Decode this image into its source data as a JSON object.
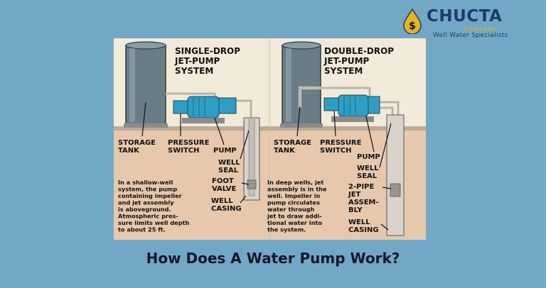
{
  "brand": {
    "name": "CHUCTA",
    "sub": "COMPANY",
    "tagline": "Well Water Specialists",
    "icon": "water-drop-dollar-icon",
    "colors": {
      "navy": "#1e3a6b",
      "gold": "#e7b41f"
    }
  },
  "diagram": {
    "left": {
      "title": [
        "SINGLE-DROP",
        "JET-PUMP",
        "SYSTEM"
      ],
      "labels": {
        "storage_tank": [
          "STORAGE",
          "TANK"
        ],
        "pressure_switch": [
          "PRESSURE",
          "SWITCH"
        ],
        "pump": "PUMP",
        "well_seal": [
          "WELL",
          "SEAL"
        ],
        "foot_valve": [
          "FOOT",
          "VALVE"
        ],
        "well_casing": [
          "WELL",
          "CASING"
        ]
      },
      "description": [
        "In a shallow-well",
        "system, the pump",
        "containing impeller",
        "and jet assembly",
        "is aboveground.",
        "Atmospheric pres-",
        "sure limits well depth",
        "to about 25 ft."
      ]
    },
    "right": {
      "title": [
        "DOUBLE-DROP",
        "JET-PUMP",
        "SYSTEM"
      ],
      "labels": {
        "storage_tank": [
          "STORAGE",
          "TANK"
        ],
        "pressure_switch": [
          "PRESSURE",
          "SWITCH"
        ],
        "pump": "PUMP",
        "well_seal": [
          "WELL",
          "SEAL"
        ],
        "two_pipe_jet": [
          "2-PIPE",
          "JET",
          "ASSEM-",
          "BLY"
        ],
        "well_casing": [
          "WELL",
          "CASING"
        ]
      },
      "description": [
        "In deep wells, jet",
        "assembly is in the",
        "well. Impeller in",
        "pump circulates",
        "water through",
        "jet to draw addi-",
        "tional water into",
        "the system."
      ]
    },
    "colors": {
      "sky": "#f2ead8",
      "ground": "#e7c8ad",
      "tank": "#6a7d86",
      "pump": "#2f9ec4",
      "pipe": "#d9d4c6",
      "background": "#72a8c6"
    }
  },
  "caption": "How Does A Water Pump Work?"
}
